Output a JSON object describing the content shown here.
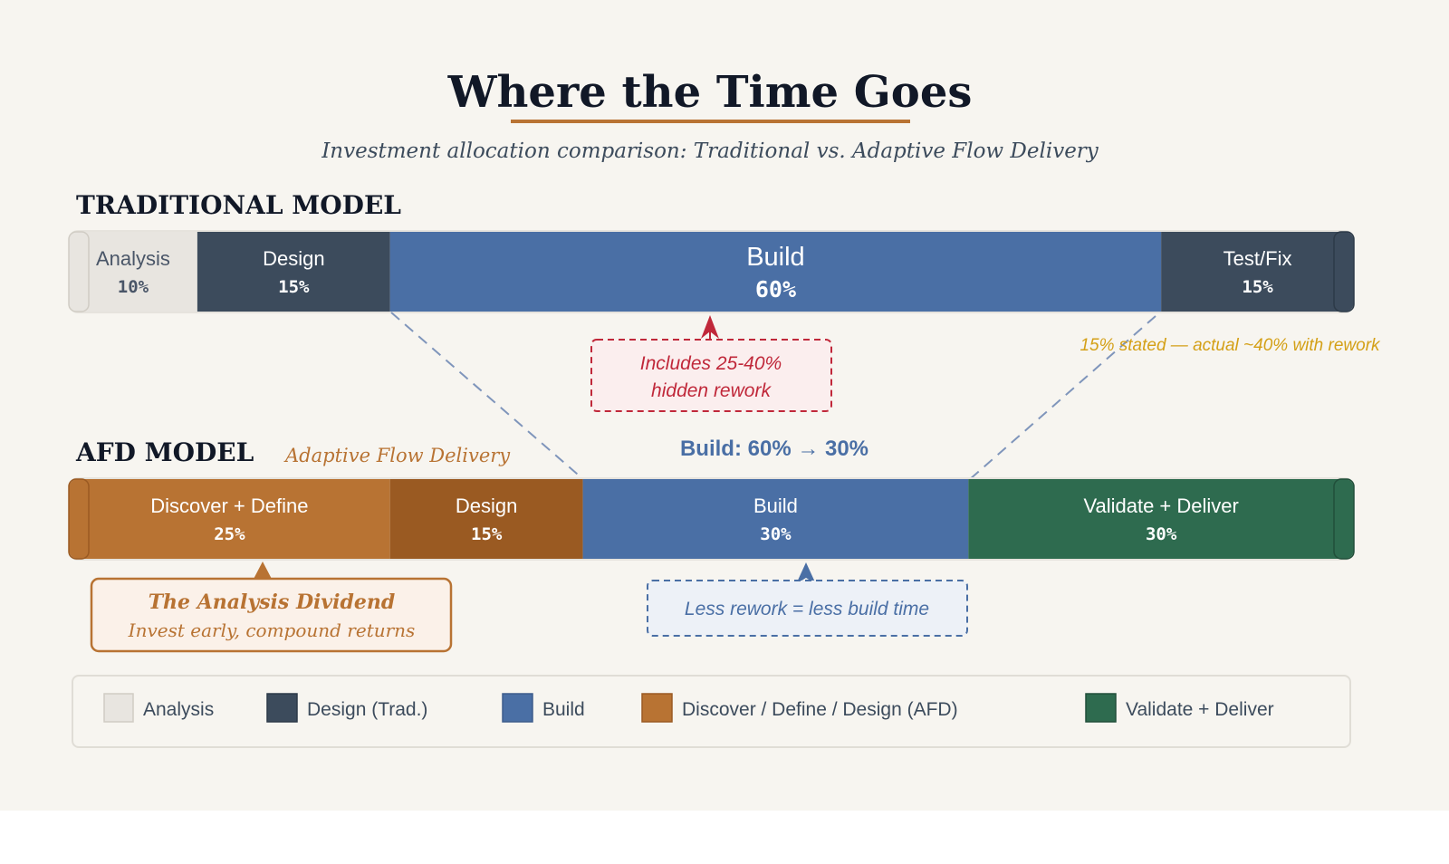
{
  "title": "Where the Time Goes",
  "subtitle": "Investment allocation comparison: Traditional vs. Adaptive Flow Delivery",
  "traditional": {
    "heading": "TRADITIONAL MODEL",
    "segments": [
      {
        "label": "Analysis",
        "pct": "10%",
        "value": 10,
        "color": "#e8e5e0",
        "text_color": "#4a5668"
      },
      {
        "label": "Design",
        "pct": "15%",
        "value": 15,
        "color": "#3c4b5c",
        "text_color": "#ffffff"
      },
      {
        "label": "Build",
        "pct": "60%",
        "value": 60,
        "color": "#4a6fa5",
        "text_color": "#ffffff"
      },
      {
        "label": "Test/Fix",
        "pct": "15%",
        "value": 15,
        "color": "#3c4b5c",
        "text_color": "#ffffff"
      }
    ]
  },
  "afd": {
    "heading": "AFD MODEL",
    "subheading": "Adaptive Flow Delivery",
    "segments": [
      {
        "label": "Discover + Define",
        "pct": "25%",
        "value": 25,
        "color": "#b87333",
        "text_color": "#ffffff"
      },
      {
        "label": "Design",
        "pct": "15%",
        "value": 15,
        "color": "#9a5a22",
        "text_color": "#ffffff"
      },
      {
        "label": "Build",
        "pct": "30%",
        "value": 30,
        "color": "#4a6fa5",
        "text_color": "#ffffff"
      },
      {
        "label": "Validate + Deliver",
        "pct": "30%",
        "value": 30,
        "color": "#2e6b4f",
        "text_color": "#ffffff"
      }
    ]
  },
  "annotations": {
    "rework_line1": "Includes 25-40%",
    "rework_line2": "hidden rework",
    "testfix_note": "15% stated — actual ~40% with rework",
    "build_shift": "Build: 60% → 30%",
    "dividend_title": "The Analysis Dividend",
    "dividend_sub": "Invest early, compound returns",
    "less_rework": "Less rework = less build time"
  },
  "legend": [
    {
      "label": "Analysis",
      "color": "#e8e5e0"
    },
    {
      "label": "Design (Trad.)",
      "color": "#3c4b5c"
    },
    {
      "label": "Build",
      "color": "#4a6fa5"
    },
    {
      "label": "Discover / Define / Design (AFD)",
      "color": "#b87333"
    },
    {
      "label": "Validate + Deliver",
      "color": "#2e6b4f"
    }
  ],
  "colors": {
    "accent": "#b87333",
    "navy": "#111827",
    "rework_red": "#c0283a",
    "note_gold": "#d4a017",
    "build_blue": "#4a6fa5"
  }
}
